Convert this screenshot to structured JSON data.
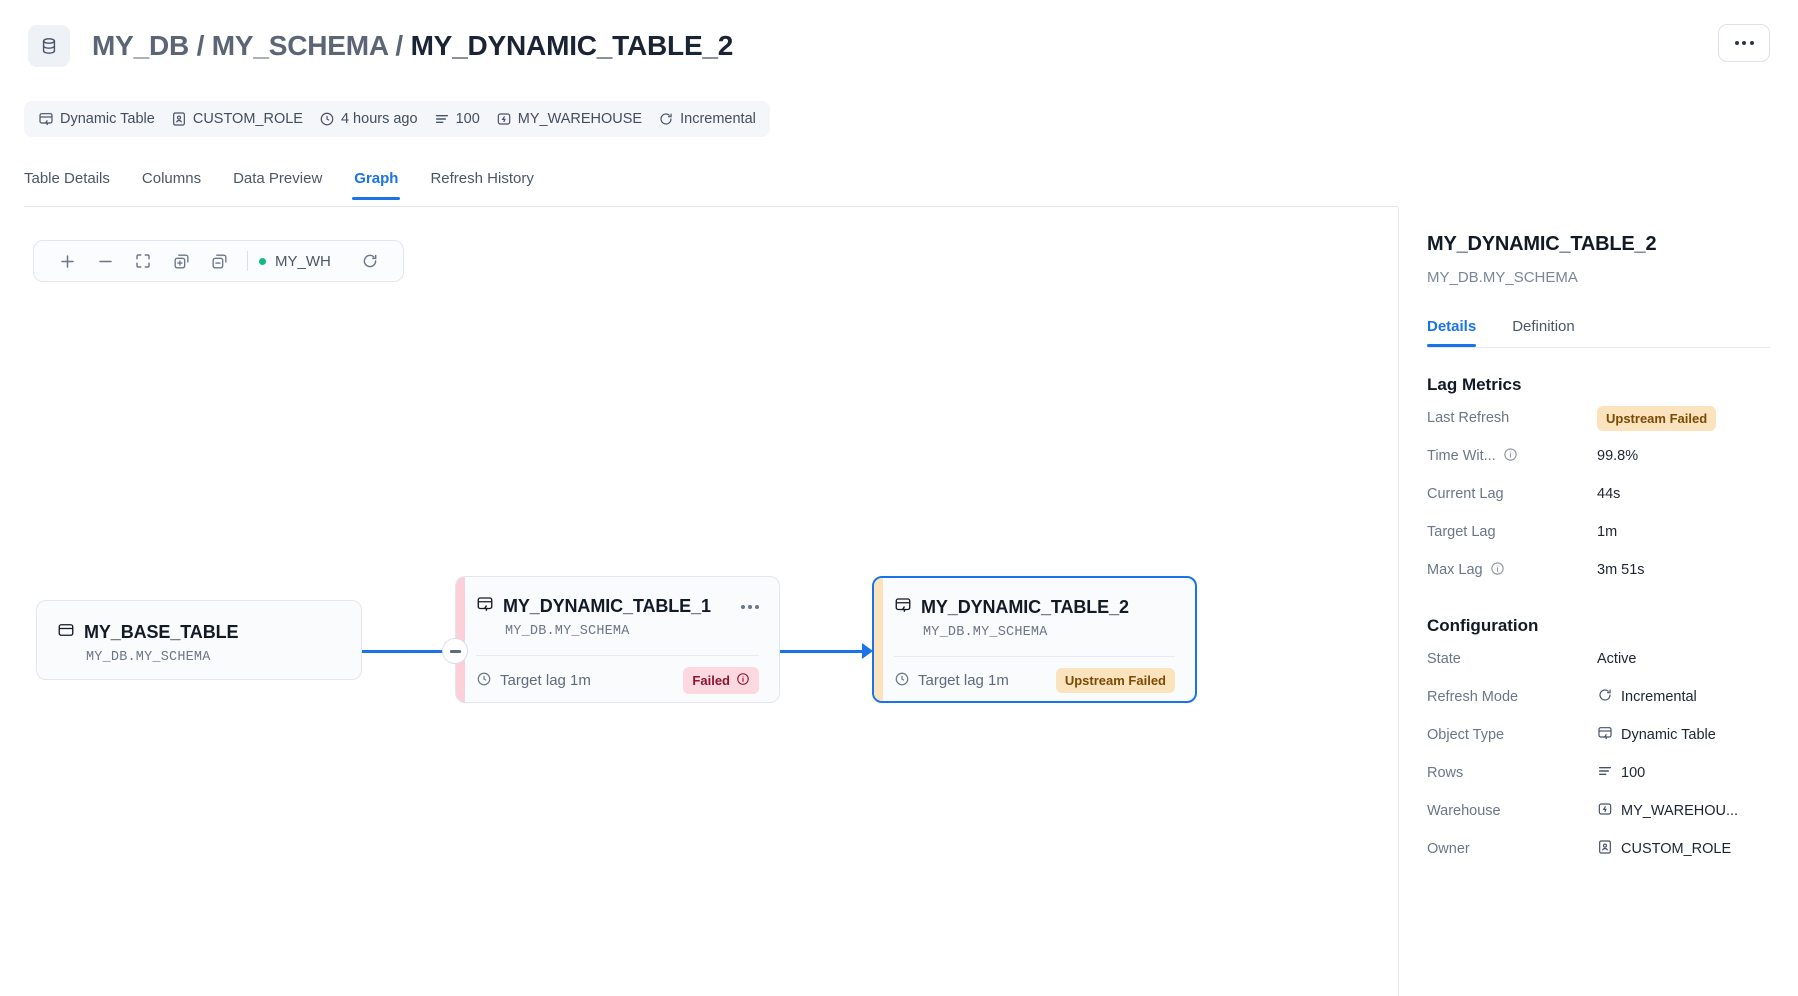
{
  "header": {
    "db_icon": "database-icon",
    "breadcrumb_prefix": "MY_DB / MY_SCHEMA / ",
    "current_object": "MY_DYNAMIC_TABLE_2",
    "more_button_label": "More actions"
  },
  "meta": [
    {
      "icon": "dynamic-table-icon",
      "label": "Dynamic Table"
    },
    {
      "icon": "role-badge-icon",
      "label": "CUSTOM_ROLE"
    },
    {
      "icon": "clock-icon",
      "label": "4 hours ago"
    },
    {
      "icon": "rows-icon",
      "label": "100"
    },
    {
      "icon": "warehouse-icon",
      "label": "MY_WAREHOUSE"
    },
    {
      "icon": "refresh-icon",
      "label": "Incremental"
    }
  ],
  "tabs": [
    {
      "label": "Table Details",
      "active": false
    },
    {
      "label": "Columns",
      "active": false
    },
    {
      "label": "Data Preview",
      "active": false
    },
    {
      "label": "Graph",
      "active": true
    },
    {
      "label": "Refresh History",
      "active": false
    }
  ],
  "graph_toolbar": {
    "zoom_in": "zoom-in-icon",
    "zoom_out": "zoom-out-icon",
    "fit_view": "fit-view-icon",
    "expand_all": "expand-all-icon",
    "collapse_all": "collapse-all-icon",
    "warehouse_label": "MY_WH",
    "warehouse_status_color": "#12b886",
    "refresh": "refresh-icon"
  },
  "graph": {
    "nodes": [
      {
        "id": "base",
        "name": "MY_BASE_TABLE",
        "schema": "MY_DB.MY_SCHEMA",
        "icon": "table-icon",
        "has_footer": false
      },
      {
        "id": "dt1",
        "name": "MY_DYNAMIC_TABLE_1",
        "schema": "MY_DB.MY_SCHEMA",
        "icon": "dynamic-table-icon",
        "target_lag": "Target lag 1m",
        "status": "Failed",
        "status_kind": "failed",
        "accent_color": "#fcd0d8",
        "menu": "more-icon"
      },
      {
        "id": "dt2",
        "name": "MY_DYNAMIC_TABLE_2",
        "schema": "MY_DB.MY_SCHEMA",
        "icon": "dynamic-table-icon",
        "target_lag": "Target lag 1m",
        "status": "Upstream Failed",
        "status_kind": "upstream",
        "accent_color": "#fde3bd",
        "selected": true,
        "selection_color": "#1a73e8"
      }
    ],
    "edge_color": "#1a73e8",
    "collapse_handle": "collapse-toggle"
  },
  "panel": {
    "title": "MY_DYNAMIC_TABLE_2",
    "subtitle": "MY_DB.MY_SCHEMA",
    "tabs": [
      {
        "label": "Details",
        "active": true
      },
      {
        "label": "Definition",
        "active": false
      }
    ],
    "lag_metrics": {
      "heading": "Lag Metrics",
      "rows": [
        {
          "key": "Last Refresh",
          "value": "Upstream Failed",
          "is_badge": true,
          "info": false
        },
        {
          "key": "Time Wit...",
          "value": "99.8%",
          "is_badge": false,
          "info": true
        },
        {
          "key": "Current Lag",
          "value": "44s",
          "is_badge": false,
          "info": false
        },
        {
          "key": "Target Lag",
          "value": "1m",
          "is_badge": false,
          "info": false
        },
        {
          "key": "Max Lag",
          "value": "3m 51s",
          "is_badge": false,
          "info": true
        }
      ]
    },
    "configuration": {
      "heading": "Configuration",
      "rows": [
        {
          "key": "State",
          "value": "Active",
          "icon": ""
        },
        {
          "key": "Refresh Mode",
          "value": "Incremental",
          "icon": "refresh-icon"
        },
        {
          "key": "Object Type",
          "value": "Dynamic Table",
          "icon": "dynamic-table-icon"
        },
        {
          "key": "Rows",
          "value": "100",
          "icon": "rows-icon"
        },
        {
          "key": "Warehouse",
          "value": "MY_WAREHOU...",
          "icon": "warehouse-icon"
        },
        {
          "key": "Owner",
          "value": "CUSTOM_ROLE",
          "icon": "role-badge-icon"
        }
      ]
    }
  },
  "colors": {
    "accent_blue": "#1a73e8",
    "failed_bg": "#fcd9e0",
    "failed_fg": "#8d1330",
    "upstream_bg": "#fbe3bd",
    "upstream_fg": "#7a4b06",
    "green": "#12b886"
  }
}
